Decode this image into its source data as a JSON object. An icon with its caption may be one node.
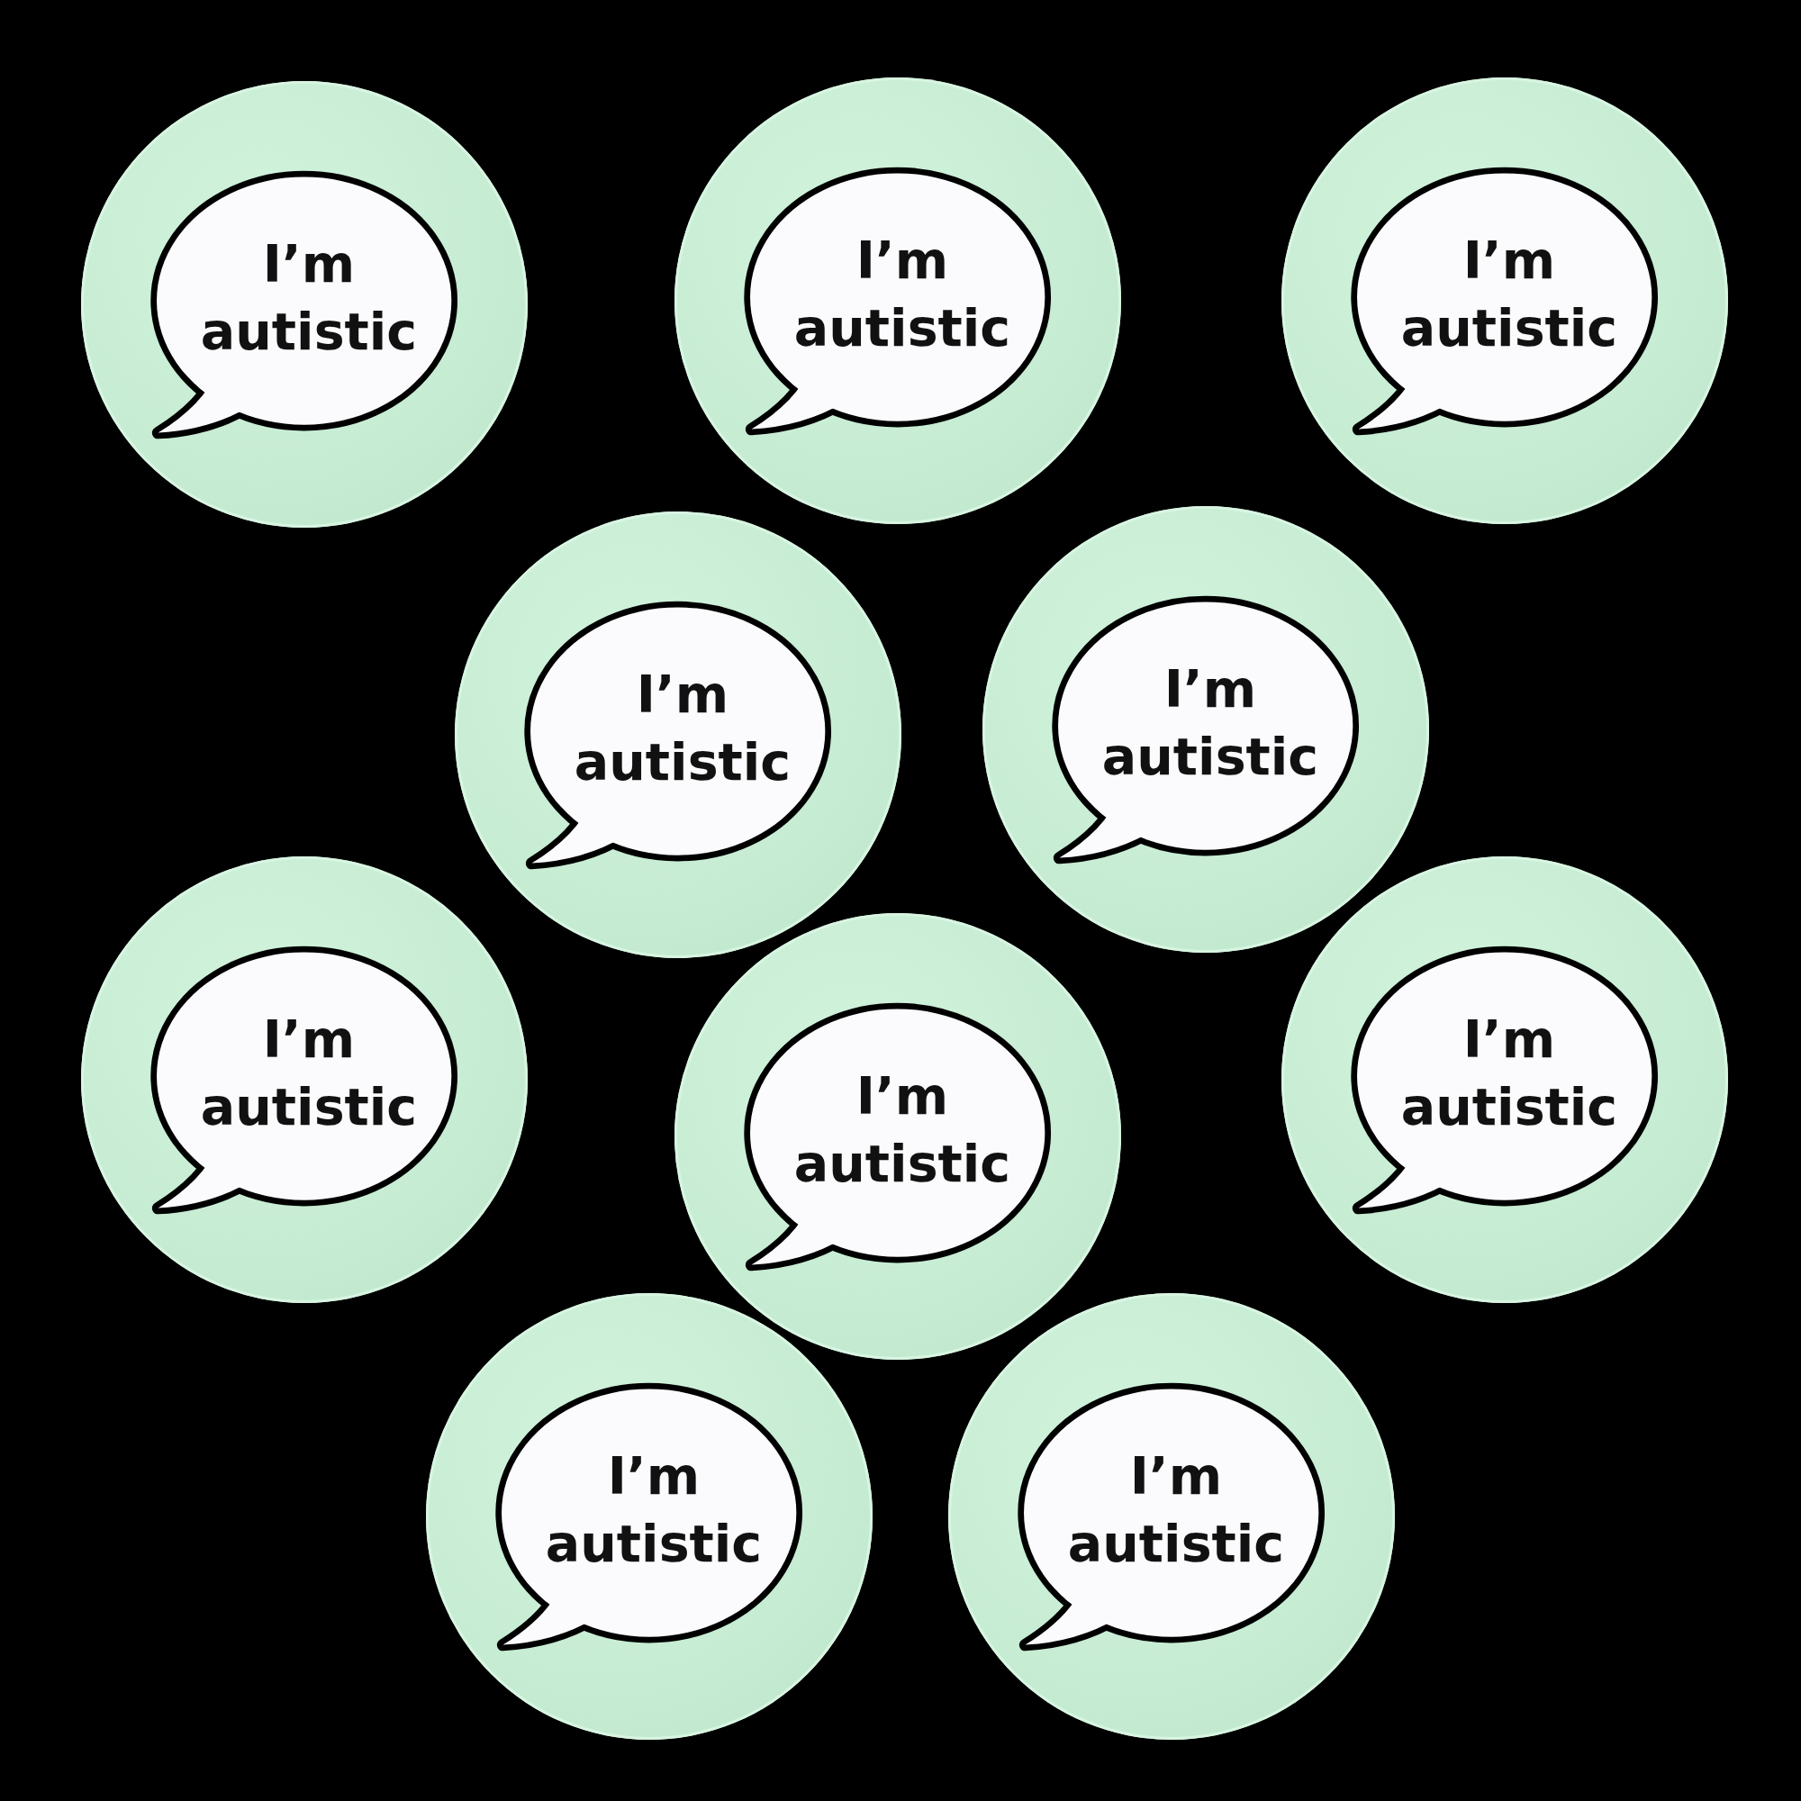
{
  "diagram": {
    "nodes": [
      {
        "text": [],
        "shape": "circle"
      },
      {
        "text": [
          "I’m autistic"
        ],
        "in": 0
      },
      {
        "text": [],
        "shape": "circle"
      },
      {
        "text": [
          "I’m autistic"
        ],
        "in": 2
      },
      {
        "text": [],
        "shape": "circle"
      },
      {
        "text": [
          "I’m autistic"
        ],
        "in": 4
      },
      {
        "text": [],
        "shape": "circle"
      },
      {
        "text": [
          "I’m autistic"
        ],
        "in": 6
      },
      {
        "text": [],
        "shape": "circle"
      },
      {
        "text": [
          "I’m autistic"
        ],
        "in": 8
      },
      {
        "text": [],
        "shape": "circle"
      },
      {
        "text": [
          "I’m autistic"
        ],
        "in": 10
      },
      {
        "text": [],
        "shape": "circle"
      },
      {
        "text": [
          "I’m autistic"
        ],
        "in": 12
      },
      {
        "text": [],
        "shape": "circle"
      },
      {
        "text": [
          "I’m autistic"
        ],
        "in": 14
      },
      {
        "text": [],
        "shape": "circle"
      },
      {
        "text": [
          "I’m autistic"
        ],
        "in": 16
      },
      {
        "text": [],
        "shape": "circle"
      },
      {
        "text": [
          "I’m autistic"
        ],
        "in": 18
      }
    ]
  }
}
